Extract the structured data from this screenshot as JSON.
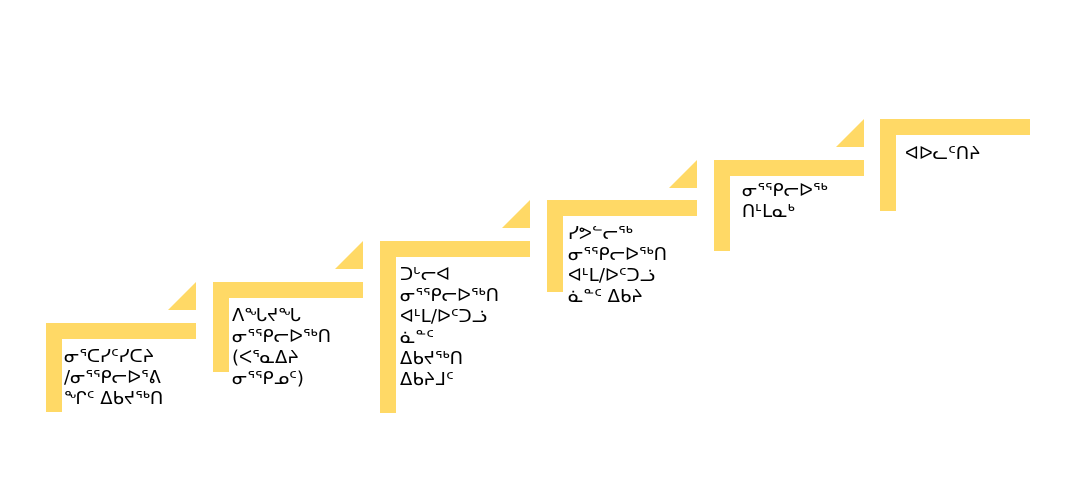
{
  "colors": {
    "accent": "#FFD966",
    "text": "#000000",
    "background": "#FFFFFF"
  },
  "steps": [
    {
      "lines": [
        "ᓂᕐᑕᓯᑦᓯᑕᔨ",
        "/ᓂᕐᕿᓕᐅᕐᕕ",
        "ᖏᑦ ᐃᑲᔪᖅᑎ"
      ]
    },
    {
      "lines": [
        "ᐱᖓᔪᖓ",
        "ᓂᕐᕿᓕᐅᖅᑎ",
        "(ᐸᕐᓇᐃᔨ",
        "ᓂᕐᕿᓄᑦ)"
      ]
    },
    {
      "lines": [
        "ᑐᒡᓕᐊ",
        "ᓂᕐᕿᓕᐅᖅᑎ",
        "ᐊᒻᒪ/ᐅᑦᑐᓘ",
        "ᓈᓐᑦ",
        "ᐃᑲᔪᖅᑎ",
        "ᐃᑲᔨᒧᑦ"
      ]
    },
    {
      "lines": [
        "ᓯᕗᓪᓕᖅ",
        "ᓂᕐᕿᓕᐅᖅᑎ",
        "ᐊᒻᒪ/ᐅᑦᑐᓘ",
        "ᓈᓐᑦ ᐃᑲᔨ"
      ]
    },
    {
      "lines": [
        "ᓂᕐᕿᓕᐅᖅ",
        "ᑎᒻᒪᓇᒃ"
      ]
    },
    {
      "lines": [
        "ᐊᐅᓚᑦᑎᔨ"
      ]
    }
  ]
}
